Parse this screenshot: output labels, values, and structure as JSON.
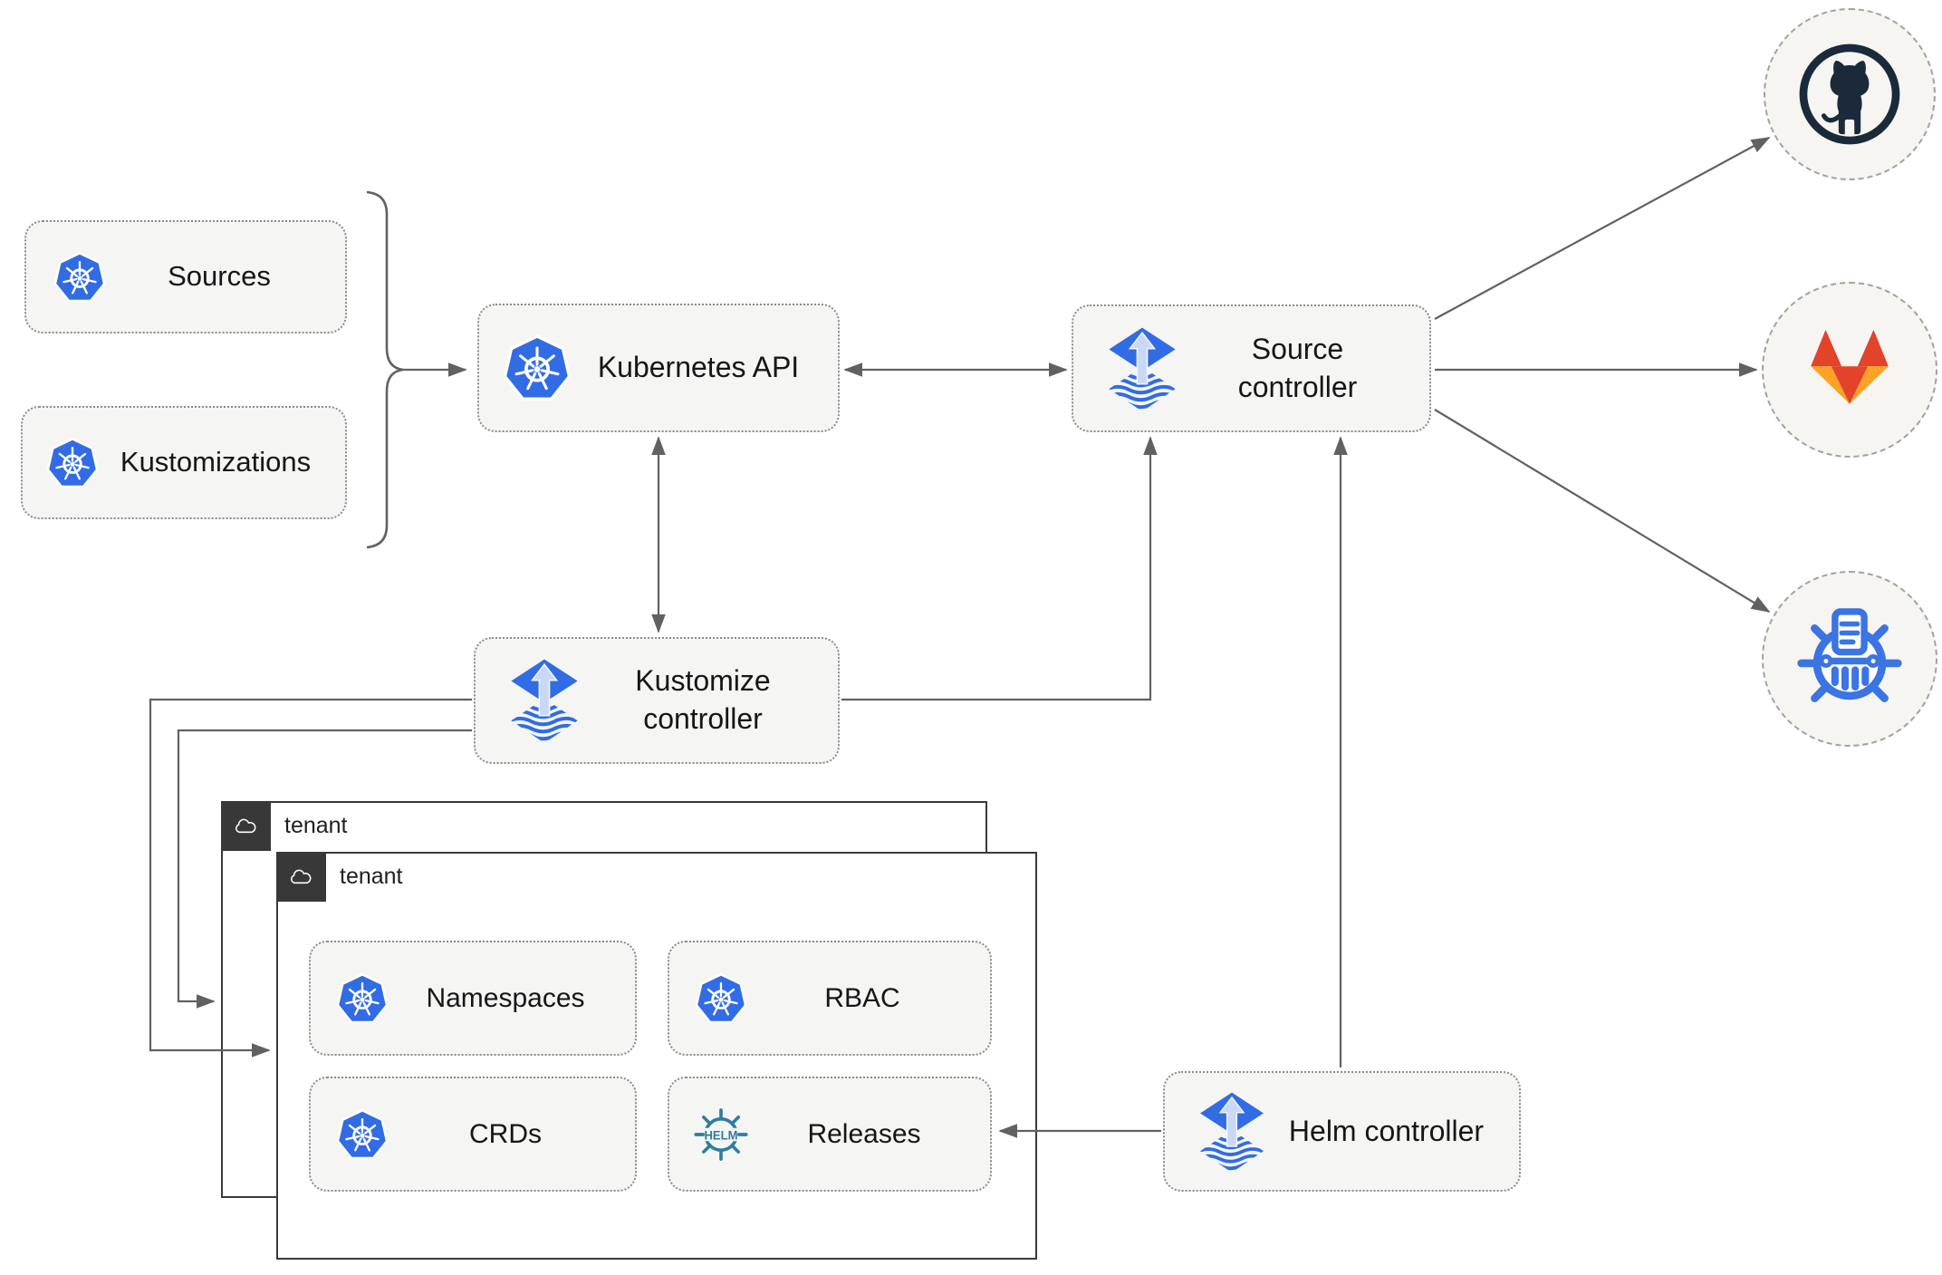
{
  "nodes": {
    "sources": {
      "label": "Sources",
      "icon": "kubernetes-icon"
    },
    "kustomizations": {
      "label": "Kustomizations",
      "icon": "kubernetes-icon"
    },
    "kubernetes_api": {
      "label": "Kubernetes API",
      "icon": "kubernetes-icon"
    },
    "source_controller": {
      "label": "Source controller",
      "icon": "flux-icon"
    },
    "kustomize_controller": {
      "label": "Kustomize controller",
      "icon": "flux-icon"
    },
    "helm_controller": {
      "label": "Helm controller",
      "icon": "flux-icon"
    },
    "tenant_outer": {
      "label": "tenant",
      "icon": "cloud-icon"
    },
    "tenant_inner": {
      "label": "tenant",
      "icon": "cloud-icon"
    },
    "namespaces": {
      "label": "Namespaces",
      "icon": "kubernetes-icon"
    },
    "rbac": {
      "label": "RBAC",
      "icon": "kubernetes-icon"
    },
    "crds": {
      "label": "CRDs",
      "icon": "kubernetes-icon"
    },
    "releases": {
      "label": "Releases",
      "icon": "helm-icon",
      "icon_text": "HELM"
    }
  },
  "external_systems": [
    {
      "id": "github",
      "icon": "github-icon"
    },
    {
      "id": "gitlab",
      "icon": "gitlab-icon"
    },
    {
      "id": "helm-chart-repository",
      "icon": "chartmuseum-icon"
    }
  ],
  "edges": [
    {
      "from": "sources-and-kustomizations",
      "to": "kubernetes-api",
      "type": "arrow"
    },
    {
      "from": "kubernetes-api",
      "to": "source-controller",
      "type": "double-arrow"
    },
    {
      "from": "kubernetes-api",
      "to": "kustomize-controller",
      "type": "double-arrow"
    },
    {
      "from": "kustomize-controller",
      "to": "source-controller",
      "type": "arrow"
    },
    {
      "from": "helm-controller",
      "to": "source-controller",
      "type": "arrow"
    },
    {
      "from": "source-controller",
      "to": "github",
      "type": "arrow"
    },
    {
      "from": "source-controller",
      "to": "gitlab",
      "type": "arrow"
    },
    {
      "from": "source-controller",
      "to": "helm-chart-repository",
      "type": "arrow"
    },
    {
      "from": "kustomize-controller",
      "to": "tenant-inner",
      "type": "arrow"
    },
    {
      "from": "kustomize-controller",
      "to": "tenant-outer",
      "type": "arrow"
    },
    {
      "from": "helm-controller",
      "to": "releases",
      "type": "arrow"
    }
  ],
  "colors": {
    "kubernetes_blue": "#326ce5",
    "flux_blue": "#316ce4",
    "flux_arrow_light": "#c9d8f6",
    "github_dark": "#1b2a3a",
    "gitlab_red": "#e24329",
    "gitlab_amber": "#fca326",
    "helm_teal": "#2e7d9e",
    "chartmuseum_blue": "#3b74e3",
    "connector_gray": "#616161",
    "tenant_border": "#3a3a3a",
    "node_fill": "#f5f5f4"
  }
}
